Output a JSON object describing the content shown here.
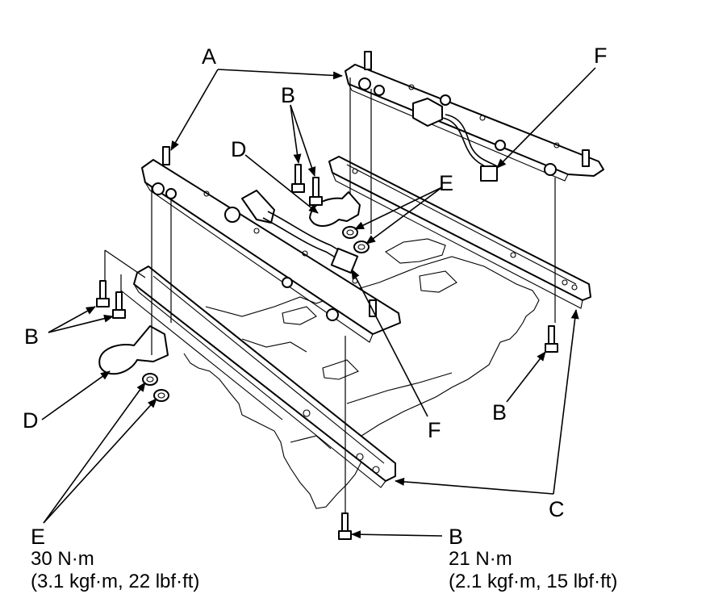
{
  "labels": {
    "A": "A",
    "B_top": "B",
    "B_left": "B",
    "B_right": "B",
    "B_bottom": "B",
    "C": "C",
    "D_top": "D",
    "D_left": "D",
    "E_top": "E",
    "E_left": "E",
    "F_top": "F",
    "F_mid": "F"
  },
  "torque": {
    "E": {
      "nm": "30 N·m",
      "alt": "(3.1 kgf·m, 22 lbf·ft)"
    },
    "B": {
      "nm": "21 N·m",
      "alt": "(2.1 kgf·m, 15 lbf·ft)"
    }
  }
}
